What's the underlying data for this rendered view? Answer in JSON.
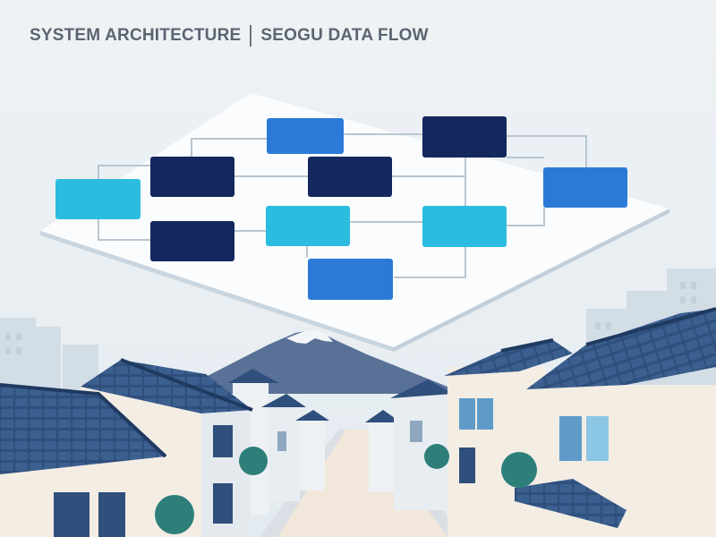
{
  "header": {
    "title_left": "SYSTEM ARCHITECTURE",
    "title_right": "SEOGU DATA FLOW"
  },
  "colors": {
    "background": "#e9eff3",
    "node_dark": "#13285c",
    "node_blue": "#2c7ad8",
    "node_cyan": "#2bbcdf",
    "connector": "#b8c6d2",
    "roof": "#2f4f7c",
    "mountain": "#5a7197"
  },
  "diagram": {
    "nodes": [
      {
        "id": "n1",
        "tone": "cyan"
      },
      {
        "id": "n2",
        "tone": "dark"
      },
      {
        "id": "n3",
        "tone": "dark"
      },
      {
        "id": "n4",
        "tone": "blue"
      },
      {
        "id": "n5",
        "tone": "dark"
      },
      {
        "id": "n6",
        "tone": "cyan"
      },
      {
        "id": "n7",
        "tone": "blue"
      },
      {
        "id": "n8",
        "tone": "dark"
      },
      {
        "id": "n9",
        "tone": "cyan"
      },
      {
        "id": "n10",
        "tone": "blue"
      }
    ]
  }
}
